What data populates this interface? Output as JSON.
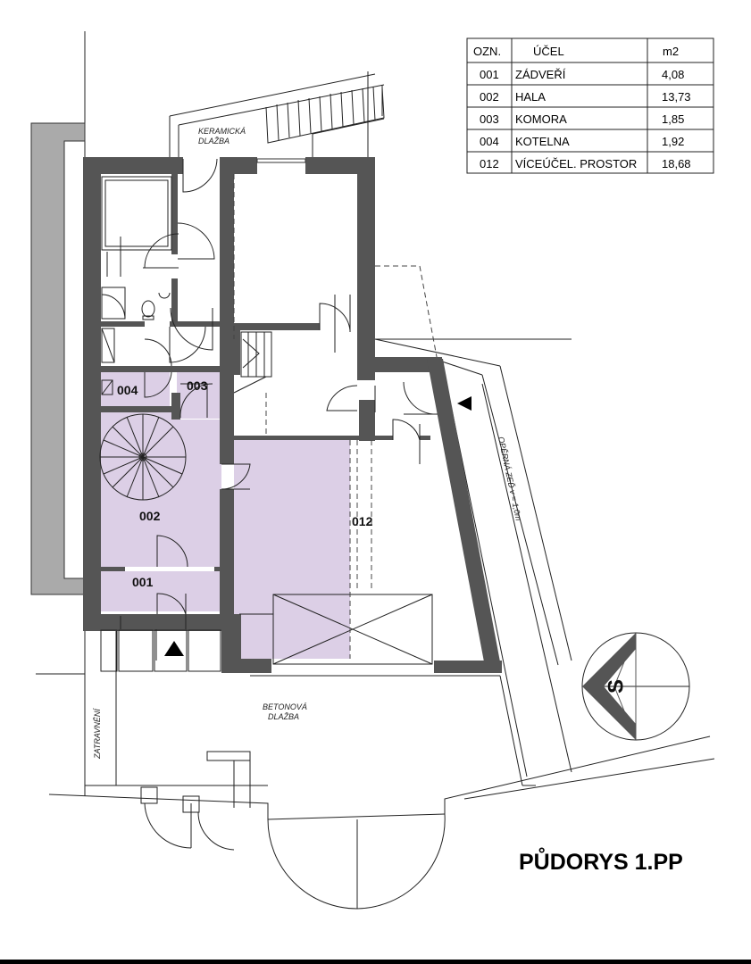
{
  "plan_title": "PŮDORYS 1.PP",
  "table": {
    "headers": [
      "OZN.",
      "ÚČEL",
      "m2"
    ],
    "rows": [
      {
        "code": "001",
        "purpose": "ZÁDVEŘÍ",
        "area": "4,08"
      },
      {
        "code": "002",
        "purpose": "HALA",
        "area": "13,73"
      },
      {
        "code": "003",
        "purpose": "KOMORA",
        "area": "1,85"
      },
      {
        "code": "004",
        "purpose": "KOTELNA",
        "area": "1,92"
      },
      {
        "code": "012",
        "purpose": "VÍCEÚČEL. PROSTOR",
        "area": "18,68"
      }
    ]
  },
  "rooms": {
    "r001": "001",
    "r002": "002",
    "r003": "003",
    "r004": "004",
    "r012": "012"
  },
  "notes": {
    "keramicka_1": "KERAMICKÁ",
    "keramicka_2": "DLAŽBA",
    "betonova_1": "BETONOVÁ",
    "betonova_2": "DLAŽBA",
    "zatravneni": "ZATRAVNĚNÍ",
    "operna_zed": "OPĚRNÁ ZEĎ v = 1,0m"
  },
  "compass": {
    "letter": "S"
  },
  "colors": {
    "highlight": "#dccfe6",
    "wall": "#555555"
  }
}
